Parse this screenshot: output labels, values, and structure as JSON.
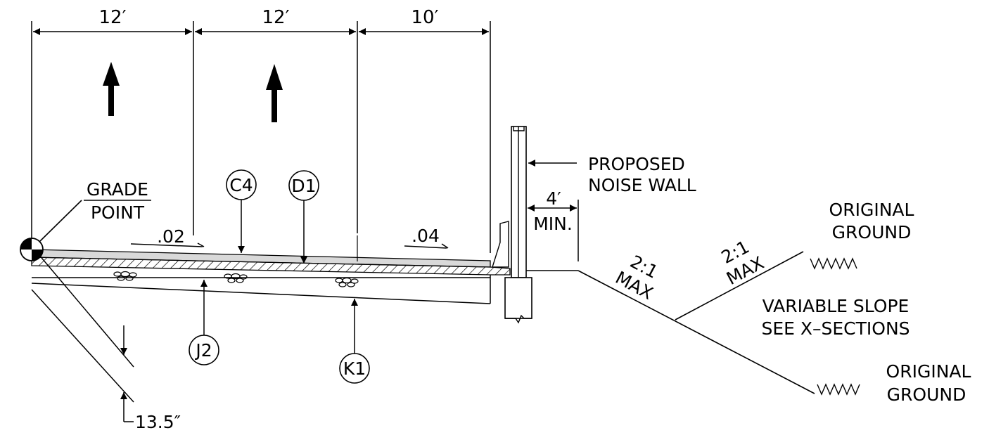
{
  "dimensions": {
    "lane1": "12′",
    "lane2": "12′",
    "shoulder": "10′",
    "offset": "4′",
    "offset_min": "MIN.",
    "depth": "13.5″"
  },
  "slopes": {
    "lane": ".02",
    "shoulder": ".04"
  },
  "labels": {
    "grade_point_line1": "GRADE",
    "grade_point_line2": "POINT",
    "noise_wall_line1": "PROPOSED",
    "noise_wall_line2": "NOISE WALL",
    "original_ground_top_line1": "ORIGINAL",
    "original_ground_top_line2": "GROUND",
    "original_ground_bottom_line1": "ORIGINAL",
    "original_ground_bottom_line2": "GROUND",
    "slope_left_ratio": "2:1",
    "slope_left_max": "MAX",
    "slope_right_ratio": "2:1",
    "slope_right_max": "MAX",
    "variable_slope_line1": "VARIABLE SLOPE",
    "variable_slope_line2": "SEE X–SECTIONS"
  },
  "callouts": {
    "c4": "C4",
    "d1": "D1",
    "j2": "J2",
    "k1": "K1"
  },
  "colors": {
    "ink": "#000000",
    "surface_fill": "#d9d9d9",
    "background": "#ffffff"
  }
}
